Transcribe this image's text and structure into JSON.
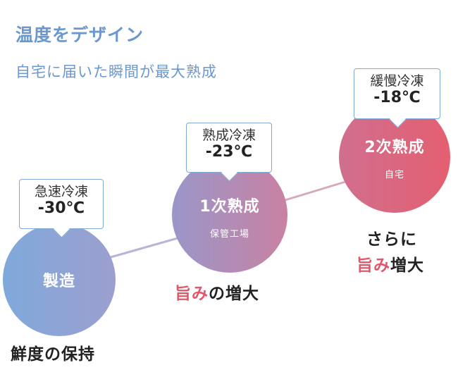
{
  "header": {
    "title": "温度をデザイン",
    "subtitle": "自宅に届いた瞬間が最大熟成"
  },
  "colors": {
    "accent_blue": "#6a98cf",
    "highlight_pink": "#e2566a",
    "tag_border": "#7fa9d6",
    "connector": "#b9b4d6"
  },
  "stages": [
    {
      "circle_label": "製造",
      "circle_sublabel": "",
      "tag_label": "急速冷凍",
      "tag_temp": "-30℃",
      "caption": "鮮度の保持"
    },
    {
      "circle_label": "1次熟成",
      "circle_sublabel": "保管工場",
      "tag_label": "熟成冷凍",
      "tag_temp": "-23℃",
      "caption_highlight": "旨み",
      "caption_rest": "の増大"
    },
    {
      "circle_label": "2次熟成",
      "circle_sublabel": "自宅",
      "tag_label": "緩慢冷凍",
      "tag_temp": "-18℃",
      "caption_line1": "さらに",
      "caption_highlight": "旨み",
      "caption_rest": "増大"
    }
  ]
}
